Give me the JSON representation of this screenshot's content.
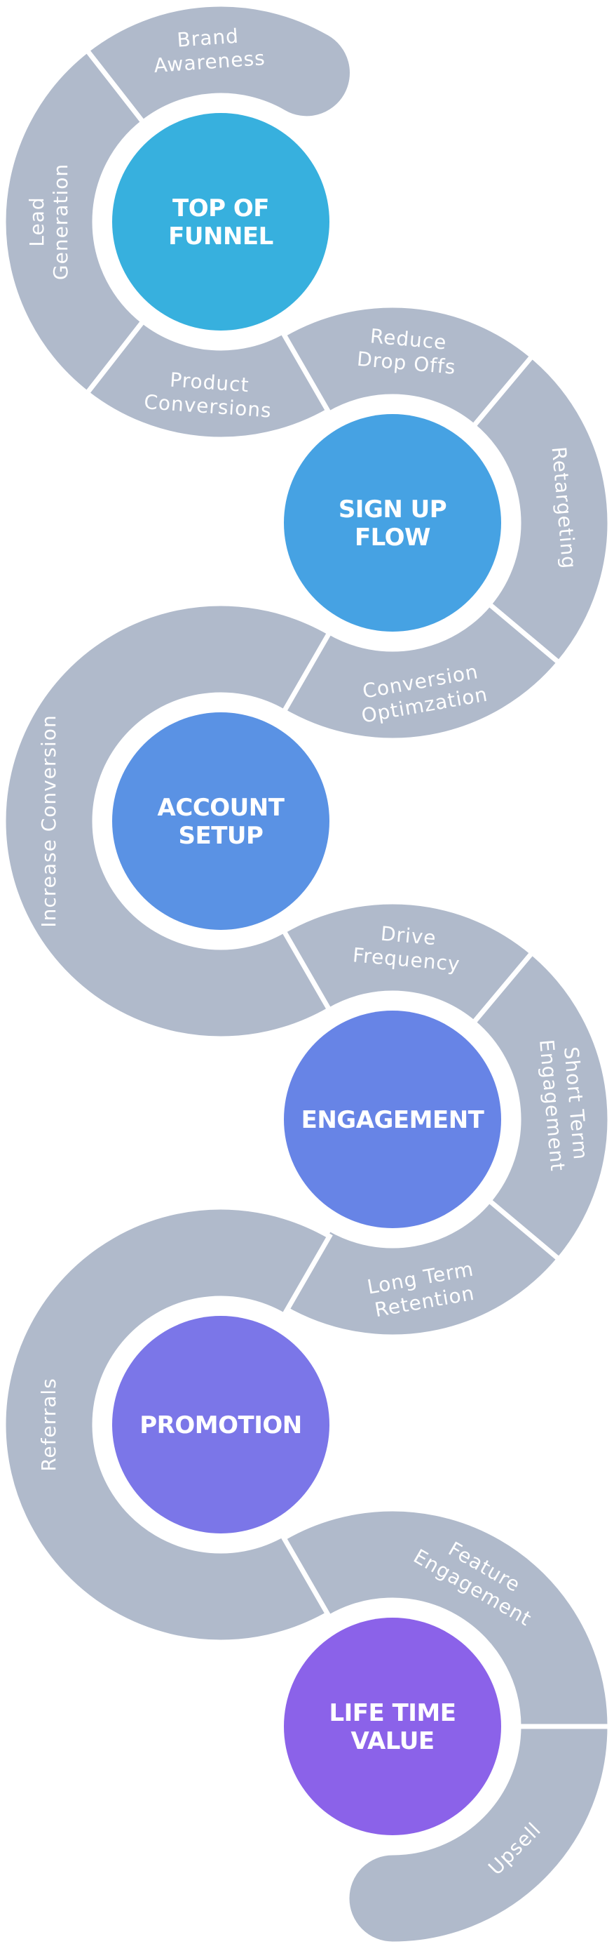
{
  "colors": {
    "segment": "#b0bacb",
    "divider": "#ffffff",
    "label": "#ffffff"
  },
  "stages": [
    {
      "title_lines": [
        "TOP OF",
        "FUNNEL"
      ],
      "color": "#37b0de",
      "segments": [
        {
          "lines": [
            "Brand",
            "Awareness"
          ]
        },
        {
          "lines": [
            "Lead",
            "Generation"
          ]
        },
        {
          "lines": [
            "Product",
            "Conversions"
          ]
        }
      ]
    },
    {
      "title_lines": [
        "SIGN UP",
        "FLOW"
      ],
      "color": "#46a2e3",
      "segments": [
        {
          "lines": [
            "Reduce",
            "Drop Offs"
          ]
        },
        {
          "lines": [
            "Retargeting"
          ]
        },
        {
          "lines": [
            "Conversion",
            "Optimzation"
          ]
        }
      ]
    },
    {
      "title_lines": [
        "ACCOUNT",
        "SETUP"
      ],
      "color": "#5a92e4",
      "segments": [
        {
          "lines": [
            "Increase Conversion"
          ]
        }
      ]
    },
    {
      "title_lines": [
        "ENGAGEMENT"
      ],
      "color": "#6784e6",
      "segments": [
        {
          "lines": [
            "Drive",
            "Frequency"
          ]
        },
        {
          "lines": [
            "Short Term",
            "Engagement"
          ]
        },
        {
          "lines": [
            "Long Term",
            "Retention"
          ]
        }
      ]
    },
    {
      "title_lines": [
        "PROMOTION"
      ],
      "color": "#7b76e8",
      "segments": [
        {
          "lines": [
            "Referrals"
          ]
        }
      ]
    },
    {
      "title_lines": [
        "LIFE TIME",
        "VALUE"
      ],
      "color": "#8b62e9",
      "segments": [
        {
          "lines": [
            "Feature",
            "Engagement"
          ]
        },
        {
          "lines": [
            "Upsell"
          ]
        }
      ]
    }
  ]
}
